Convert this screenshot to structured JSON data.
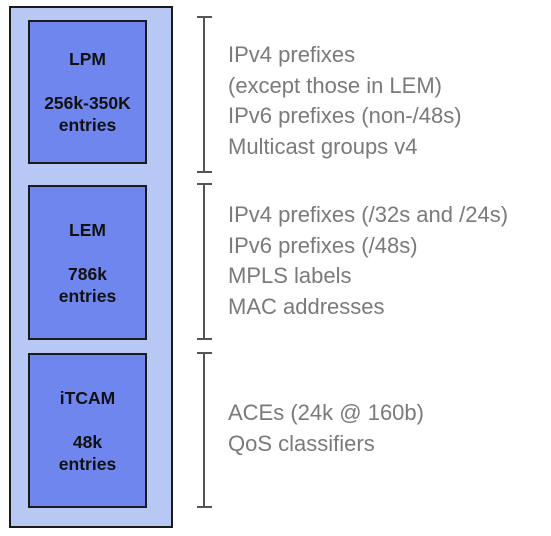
{
  "blocks": [
    {
      "name": "LPM",
      "lines": [
        "256k-350K",
        "entries"
      ]
    },
    {
      "name": "LEM",
      "lines": [
        "786k",
        "entries"
      ]
    },
    {
      "name": "iTCAM",
      "lines": [
        "48k",
        "entries"
      ]
    }
  ],
  "descriptions": [
    [
      "IPv4 prefixes",
      "(except those in LEM)",
      "IPv6 prefixes (non-/48s)",
      "Multicast groups v4"
    ],
    [
      "IPv4 prefixes (/32s and /24s)",
      "IPv6 prefixes (/48s)",
      "MPLS labels",
      "MAC addresses"
    ],
    [
      "ACEs (24k @ 160b)",
      "QoS classifiers"
    ]
  ],
  "colors": {
    "outer_fill": "#b7c8f4",
    "block_fill": "#6f86ef",
    "bracket": "#555555",
    "description_text": "#7a7a7a"
  }
}
